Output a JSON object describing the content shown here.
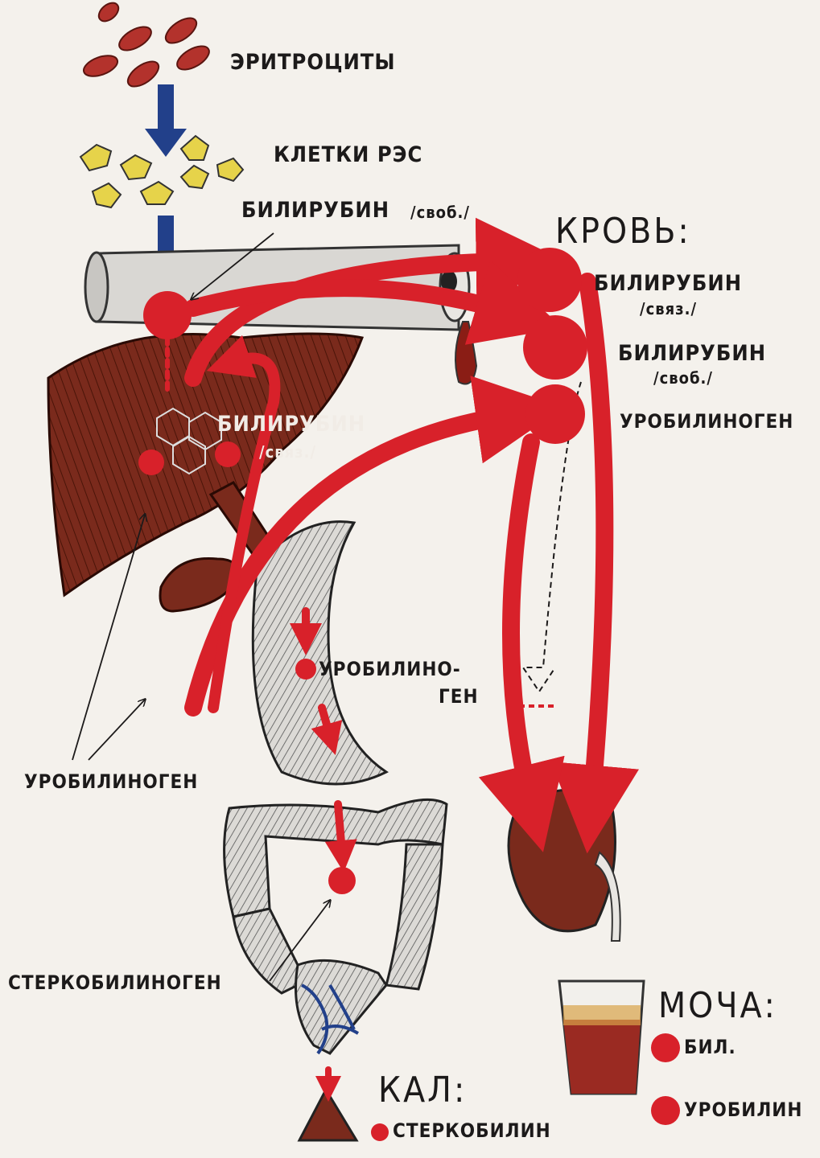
{
  "labels": {
    "erythrocytes": "ЭРИТРОЦИТЫ",
    "res_cells": "КЛЕТКИ РЭС",
    "bilirubin_free_top": "БИЛИРУБИН",
    "bilirubin_free_top_note": "/своб./",
    "blood_header": "КРОВЬ:",
    "blood_bilirubin_bound": "БИЛИРУБИН",
    "blood_bilirubin_bound_note": "/связ./",
    "blood_bilirubin_free": "БИЛИРУБИН",
    "blood_bilirubin_free_note": "/своб./",
    "blood_urobilinogen": "УРОБИЛИНОГЕН",
    "liver_bilirubin": "БИЛИРУБИН",
    "liver_bilirubin_note": "/связ./",
    "intestine_urobilinogen_1": "УРОБИЛИНО-",
    "intestine_urobilinogen_2": "ГЕН",
    "urobilinogen_left": "УРОБИЛИНОГЕН",
    "stercobilinogen": "СТЕРКОБИЛИНОГЕН",
    "feces_header": "КАЛ:",
    "feces_stercobilin": "СТЕРКОБИЛИН",
    "urine_header": "МОЧА:",
    "urine_bil": "БИЛ.",
    "urine_urobilin": "УРОБИЛИН"
  },
  "colors": {
    "pigment": "#d8212a",
    "liver": "#7a2a1c",
    "vessel": "#d9d7d3",
    "res_cell": "#e6d34a",
    "blue_arrow": "#22408a",
    "ink": "#1c1a1a"
  }
}
